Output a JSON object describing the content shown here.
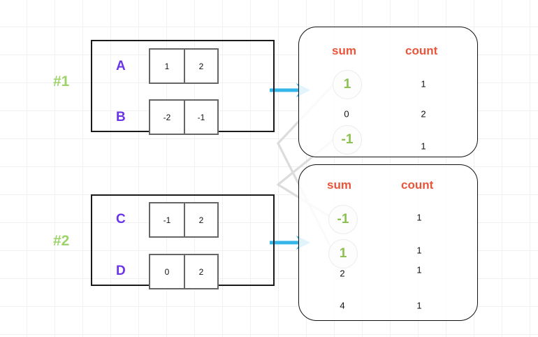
{
  "diagram": {
    "title": "shuffle-merge-of-partial-sum-count-tables",
    "colors": {
      "grid": "#f0eff4",
      "group_tag": "#9ed36a",
      "row_label": "#6a35e8",
      "panel_header": "#e8553a",
      "highlight_value": "#8cc152",
      "arrow": "#35b6e8",
      "link_line": "#d9d9d9",
      "box_border": "#1a1a1a",
      "cell_border": "#666666"
    }
  },
  "groups": [
    {
      "tag": "#1",
      "rows": [
        {
          "label": "A",
          "cells": [
            "1",
            "2"
          ]
        },
        {
          "label": "B",
          "cells": [
            "-2",
            "-1"
          ]
        }
      ]
    },
    {
      "tag": "#2",
      "rows": [
        {
          "label": "C",
          "cells": [
            "-1",
            "2"
          ]
        },
        {
          "label": "D",
          "cells": [
            "0",
            "2"
          ]
        }
      ]
    }
  ],
  "panels": [
    {
      "headers": {
        "sum": "sum",
        "count": "count"
      },
      "rows": [
        {
          "sum": "1",
          "count": "1",
          "highlight": true
        },
        {
          "sum": "0",
          "count": "2",
          "highlight": false
        },
        {
          "sum": "-1",
          "count": "1",
          "highlight": true
        }
      ]
    },
    {
      "headers": {
        "sum": "sum",
        "count": "count"
      },
      "rows": [
        {
          "sum": "-1",
          "count": "1",
          "highlight": true
        },
        {
          "sum": "1",
          "count": "1",
          "highlight": true
        },
        {
          "sum": "2",
          "count": "1",
          "highlight": false
        },
        {
          "sum": "4",
          "count": "1",
          "highlight": false
        }
      ]
    }
  ],
  "arrows": [
    {
      "name": "arrow-group1-to-panel1"
    },
    {
      "name": "arrow-group2-to-panel2"
    }
  ]
}
